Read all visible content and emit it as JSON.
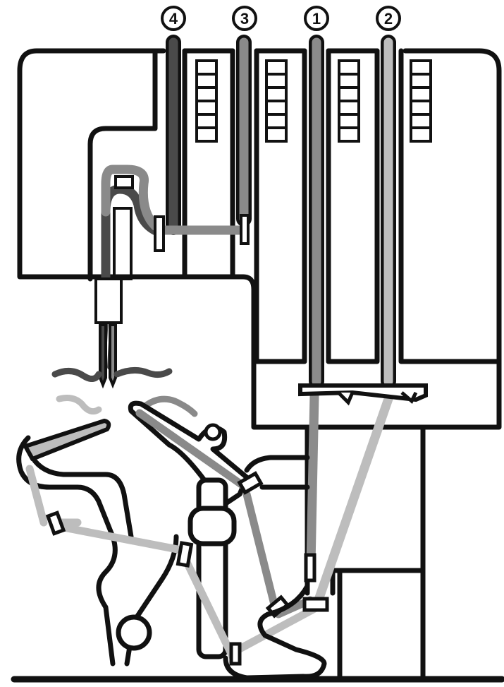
{
  "labels": {
    "thread_4": "4",
    "thread_3": "3",
    "thread_1": "1",
    "thread_2": "2"
  },
  "colors": {
    "outline": "#111111",
    "thread_1": "#8c8c8c",
    "thread_2": "#bdbdbd",
    "thread_3": "#8a8a8a",
    "thread_4": "#4a4a4a",
    "background": "#ffffff"
  }
}
